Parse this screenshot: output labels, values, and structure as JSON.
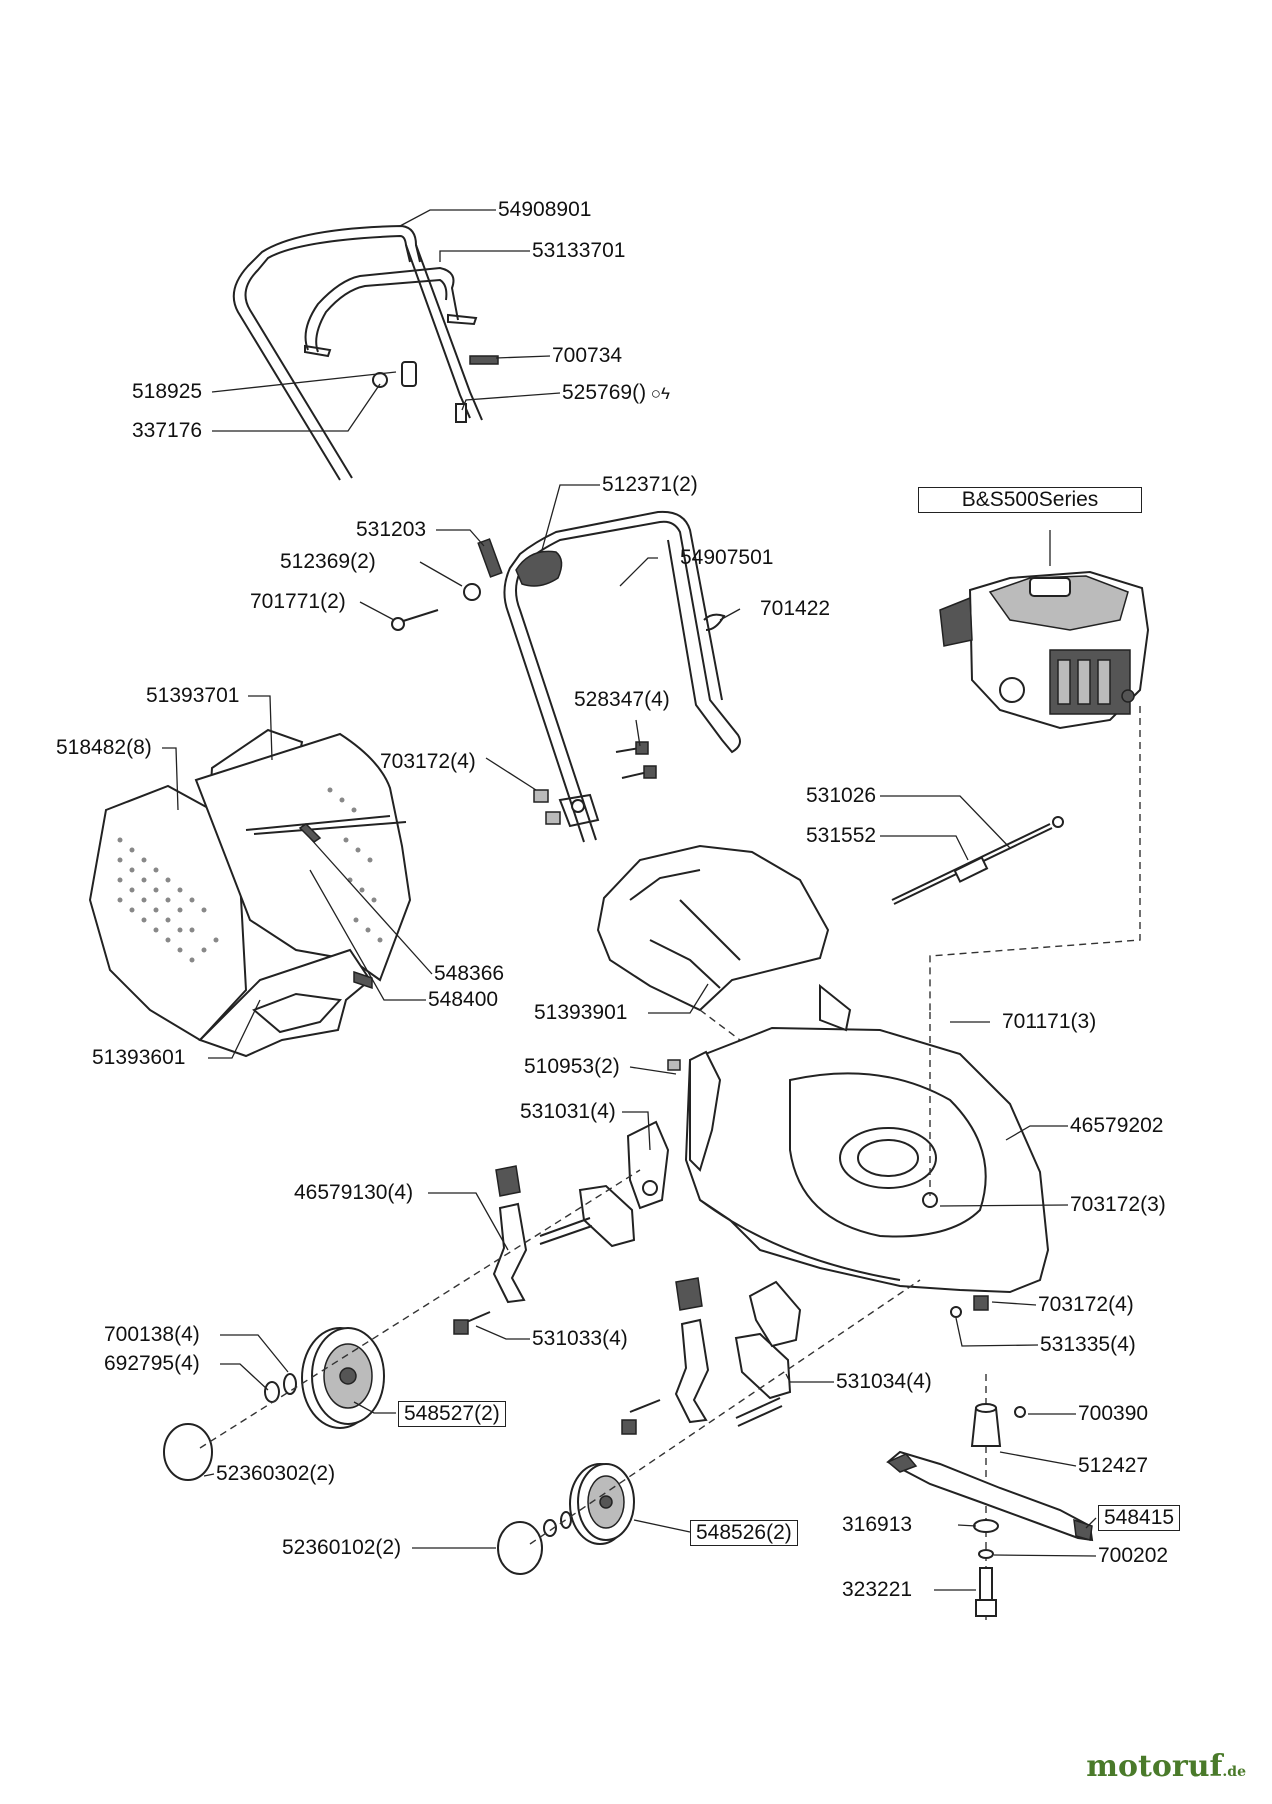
{
  "labels": {
    "l_54908901": "54908901",
    "l_53133701": "53133701",
    "l_700734": "700734",
    "l_518925": "518925",
    "l_525769": "525769()",
    "l_337176": "337176",
    "l_512371": "512371(2)",
    "l_531203": "531203",
    "l_54907501": "54907501",
    "l_512369": "512369(2)",
    "l_701771": "701771(2)",
    "l_701422": "701422",
    "l_bs": "B&S500Series",
    "l_51393701": "51393701",
    "l_518482": "518482(8)",
    "l_528347": "528347(4)",
    "l_703172a": "703172(4)",
    "l_531026": "531026",
    "l_531552": "531552",
    "l_548366": "548366",
    "l_548400": "548400",
    "l_51393901": "51393901",
    "l_701171": "701171(3)",
    "l_51393601": "51393601",
    "l_510953": "510953(2)",
    "l_531031": "531031(4)",
    "l_46579202": "46579202",
    "l_46579130": "46579130(4)",
    "l_703172b": "703172(3)",
    "l_703172c": "703172(4)",
    "l_531335": "531335(4)",
    "l_700138": "700138(4)",
    "l_692795": "692795(4)",
    "l_531033": "531033(4)",
    "l_548527": "548527(2)",
    "l_531034": "531034(4)",
    "l_700390": "700390",
    "l_52360302": "52360302(2)",
    "l_512427": "512427",
    "l_316913": "316913",
    "l_548415": "548415",
    "l_52360102": "52360102(2)",
    "l_548526": "548526(2)",
    "l_700202": "700202",
    "l_323221": "323221"
  },
  "watermark": {
    "main": "motoruf",
    "suffix": ".de"
  }
}
